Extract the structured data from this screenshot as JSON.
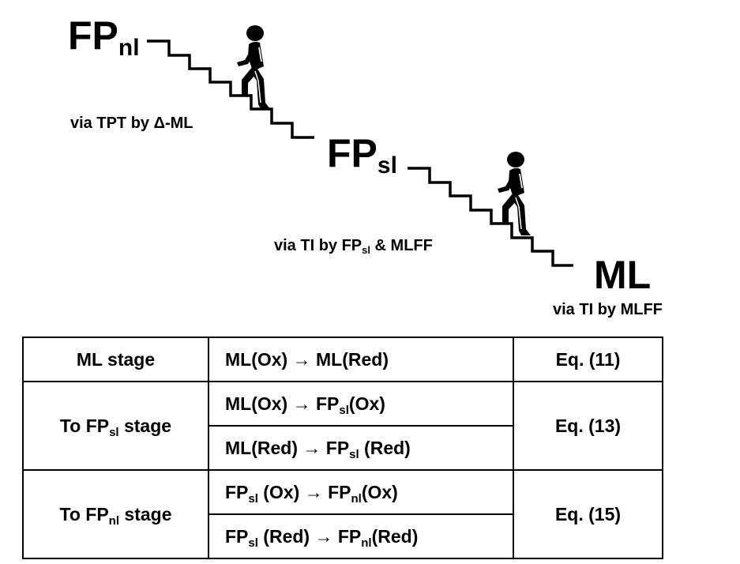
{
  "diagram": {
    "levels": {
      "top": {
        "main": "FP",
        "sub": "nl"
      },
      "middle": {
        "main": "FP",
        "sub": "sl"
      },
      "bottom": {
        "main": "ML"
      }
    },
    "methods": {
      "upper": "via TPT by Δ-ML",
      "middle_pre": "via TI by FP",
      "middle_sub": "sl",
      "middle_post": " & MLFF",
      "lower": "via TI by MLFF"
    }
  },
  "table": {
    "rows": [
      {
        "stage": {
          "pre": "ML stage",
          "sub": "",
          "post": ""
        },
        "transitions": [
          {
            "a": "ML(Ox)",
            "a_sub": "",
            "a_post": "",
            "arrow": "→",
            "b": "ML(Red)",
            "b_sub": "",
            "b_post": ""
          }
        ],
        "eq": "Eq. (11)"
      },
      {
        "stage": {
          "pre": "To FP",
          "sub": "sl",
          "post": " stage"
        },
        "transitions": [
          {
            "a": "ML(Ox)",
            "a_sub": "",
            "a_post": "",
            "arrow": "→",
            "b": "FP",
            "b_sub": "sl",
            "b_post": "(Ox)"
          },
          {
            "a": "ML(Red)",
            "a_sub": "",
            "a_post": "",
            "arrow": "→",
            "b": "FP",
            "b_sub": "sl",
            "b_post": " (Red)"
          }
        ],
        "eq": "Eq. (13)"
      },
      {
        "stage": {
          "pre": "To FP",
          "sub": "nl",
          "post": " stage"
        },
        "transitions": [
          {
            "a": "FP",
            "a_sub": "sl",
            "a_post": " (Ox)",
            "arrow": "→",
            "b": "FP",
            "b_sub": "nl",
            "b_post": "(Ox)"
          },
          {
            "a": "FP",
            "a_sub": "sl",
            "a_post": " (Red)",
            "arrow": "→",
            "b": "FP",
            "b_sub": "nl",
            "b_post": "(Red)"
          }
        ],
        "eq": "Eq. (15)"
      }
    ]
  }
}
